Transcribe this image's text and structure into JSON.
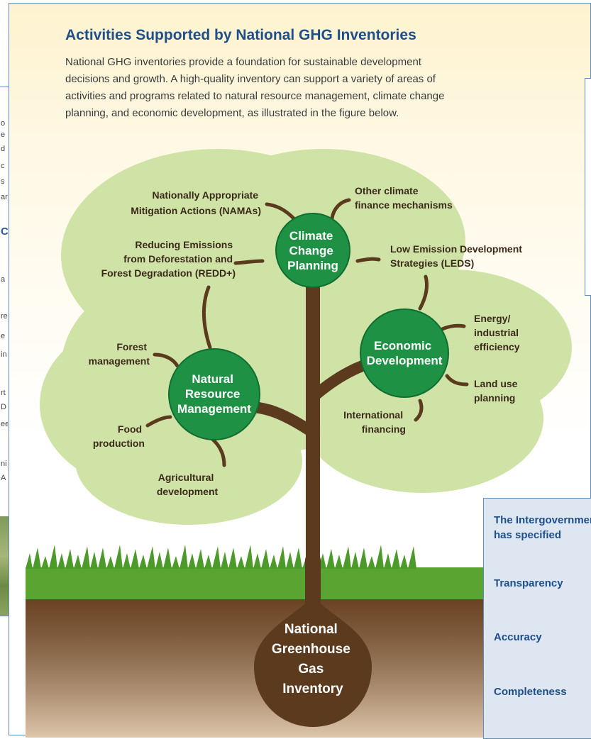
{
  "title": "Activities Supported by National GHG Inventories",
  "intro_lines": [
    "National GHG inventories provide a foundation for sustainable development",
    "decisions and growth. A high-quality inventory can support a variety of areas of",
    "activities and programs related to natural resource management, climate change",
    "planning, and economic development, as illustrated in the figure below."
  ],
  "hubs": {
    "climate": [
      "Climate",
      "Change",
      "Planning"
    ],
    "natural": [
      "Natural",
      "Resource",
      "Management"
    ],
    "economic": [
      "Economic",
      "Development"
    ],
    "root": [
      "National",
      "Greenhouse",
      "Gas",
      "Inventory"
    ]
  },
  "leaves": {
    "namas": [
      "Nationally Appropriate",
      "Mitigation Actions (NAMAs)"
    ],
    "other_finance": [
      "Other climate",
      "finance mechanisms"
    ],
    "redd": [
      "Reducing Emissions",
      "from Deforestation and",
      "Forest Degradation (REDD+)"
    ],
    "leds": [
      "Low Emission Development",
      "Strategies (LEDS)"
    ],
    "forest": [
      "Forest",
      "management"
    ],
    "food": [
      "Food",
      "production"
    ],
    "agri": [
      "Agricultural",
      "development"
    ],
    "energy": [
      "Energy/",
      "industrial",
      "efficiency"
    ],
    "landuse": [
      "Land use",
      "planning"
    ],
    "intl": [
      "International",
      "financing"
    ]
  },
  "sidebox": {
    "heading_lines": [
      "The Intergovernmental Panel",
      "has specified"
    ],
    "terms": [
      "Transparency",
      "Accuracy",
      "Completeness"
    ]
  },
  "left_fragments": [
    "o",
    "e",
    "d",
    "c",
    "s",
    "ar",
    "C",
    "a",
    "re",
    "e",
    "in",
    "rt",
    "D",
    "ee",
    "ni",
    "A"
  ],
  "colors": {
    "title": "#1e4f8a",
    "hub": "#1f9145",
    "foliage": "#cfe3a6",
    "trunk": "#5b3a1e",
    "soil": "#7a4f2d",
    "grass": "#4c9a2a"
  }
}
